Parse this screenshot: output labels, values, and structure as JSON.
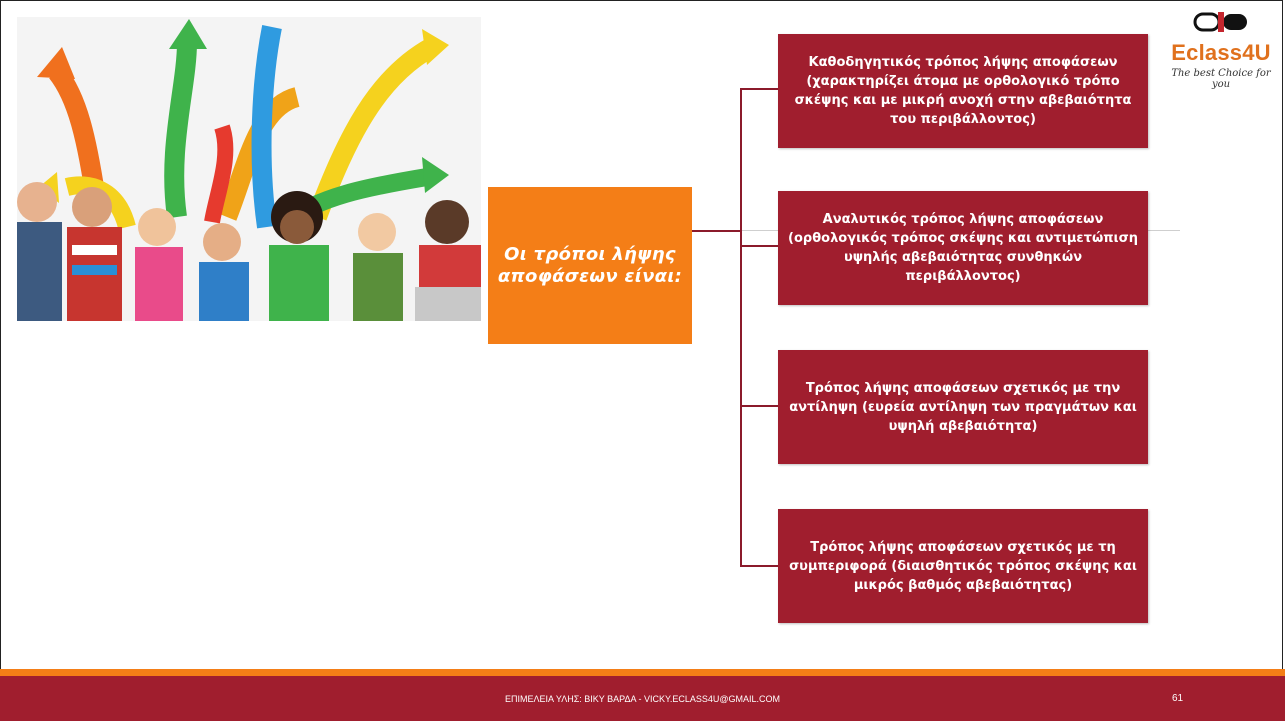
{
  "slide": {
    "title": "Οι τρόποι λήψης αποφάσεων είναι:",
    "boxes": [
      "Καθοδηγητικός τρόπος λήψης αποφάσεων (χαρακτηρίζει άτομα με ορθολογικό τρόπο σκέψης και με μικρή ανοχή στην αβεβαιότητα του περιβάλλοντος)",
      "Αναλυτικός τρόπος λήψης αποφάσεων (ορθολογικός τρόπος σκέψης και αντιμετώπιση υψηλής αβεβαιότητας συνθηκών περιβάλλοντος)",
      "Τρόπος λήψης αποφάσεων σχετικός με την αντίληψη (ευρεία αντίληψη των πραγμάτων και υψηλή αβεβαιότητα)",
      "Τρόπος λήψης αποφάσεων σχετικός με τη συμπεριφορά (διαισθητικός τρόπος σκέψης και μικρός βαθμός αβεβαιότητας)"
    ]
  },
  "logo": {
    "name": "Eclass4U",
    "tagline": "The best Choice for you"
  },
  "footer": {
    "text": "ΕΠΙΜΕΛΕΙΑ ΥΛΗΣ: ΒΙΚΥ ΒΑΡΔΑ - VICKY.ECLASS4U@GMAIL.COM",
    "page_number": "61"
  },
  "colors": {
    "orange": "#f47e17",
    "dark_red": "#a01e2e",
    "connector": "#8b1a2b"
  },
  "icons": {
    "photo": "people-with-arrows-photo",
    "logo": "book-icon"
  }
}
